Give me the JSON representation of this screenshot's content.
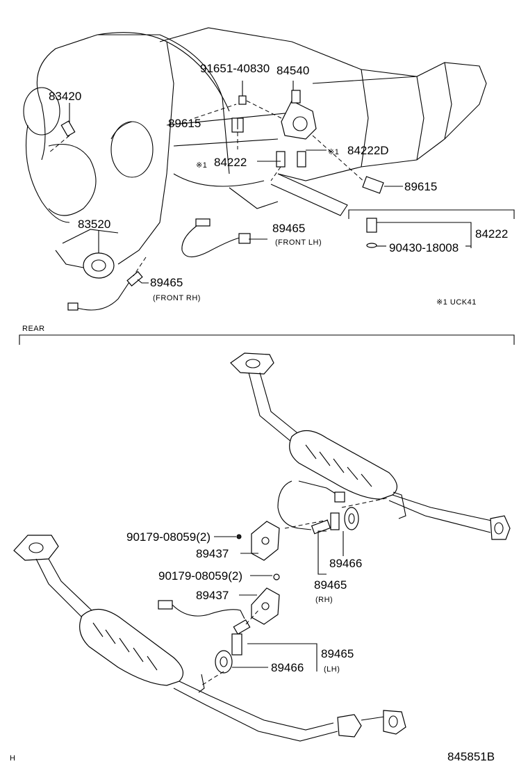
{
  "labels": {
    "p91651": "91651-40830",
    "p84540": "84540",
    "p83420": "83420",
    "p89615a": "89615",
    "p84222d_mark": "※1",
    "p84222d": "84222D",
    "p84222_mark": "※1",
    "p84222a": "84222",
    "p89615b": "89615",
    "p83520": "83520",
    "p89465_flh": "89465",
    "front_lh": "(FRONT LH)",
    "p84222b": "84222",
    "p90430": "90430-18008",
    "p89465_frh": "89465",
    "front_rh": "(FRONT RH)",
    "note": "※1  UCK41",
    "rear": "REAR",
    "p90179a": "90179-08059(2)",
    "p89437a": "89437",
    "p89466a": "89466",
    "p89465_rh": "89465",
    "rh": "(RH)",
    "p90179b": "90179-08059(2)",
    "p89437b": "89437",
    "p89465_lh": "89465",
    "p89466b": "89466",
    "lh": "(LH)",
    "corner": "H",
    "code": "845851B"
  }
}
